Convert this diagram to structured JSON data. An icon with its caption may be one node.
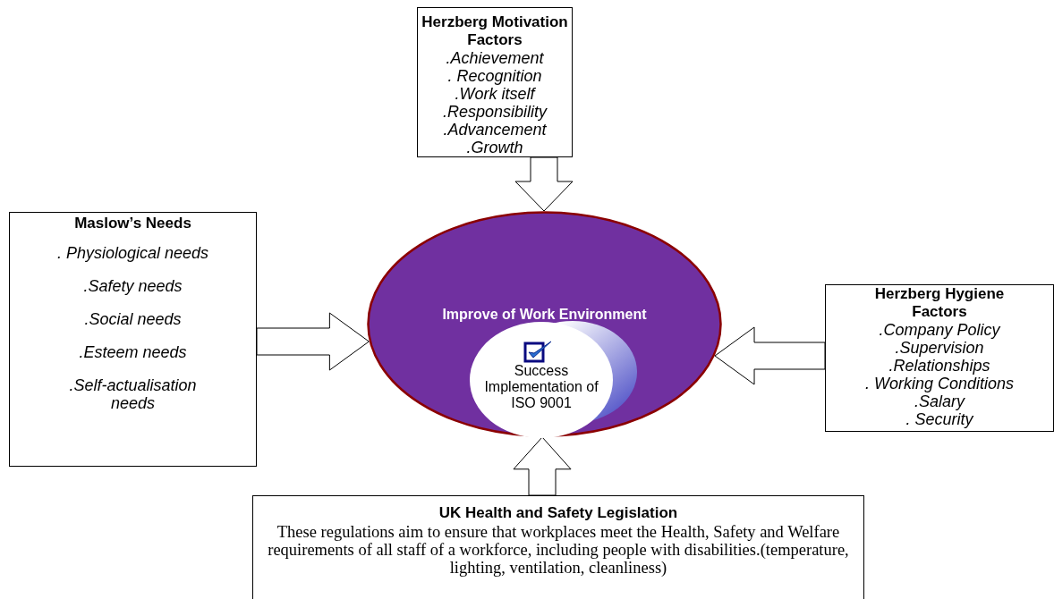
{
  "diagram": {
    "nodes": [
      {
        "text": [
          "Herzberg Motivation Factors",
          ".Achievement",
          ". Recognition",
          ".Work itself",
          ".Responsibility",
          ".Advancement",
          ".Growth"
        ]
      },
      {
        "text": [
          "Maslow’s Needs",
          ". Physiological needs",
          ".Safety needs",
          ".Social needs",
          ".Esteem needs",
          ".Self-actualisation needs"
        ]
      },
      {
        "text": [
          "Improve of Work Environment"
        ]
      },
      {
        "text": [
          "Success Implementation of ISO 9001"
        ],
        "in": 2
      },
      {
        "text": [
          "Herzberg Hygiene Factors",
          ".Company Policy",
          ".Supervision",
          ".Relationships",
          ". Working Conditions",
          ".Salary",
          ". Security"
        ]
      },
      {
        "text": [
          "UK Health and Safety Legislation",
          "These regulations aim to ensure that workplaces meet the Health, Safety and Welfare requirements of all staff of a workforce, including people with disabilities.(temperature, lighting, ventilation, cleanliness)"
        ]
      }
    ],
    "edges": [
      {
        "from": 0,
        "to": 2,
        "arrow": "to"
      },
      {
        "from": 1,
        "to": 2,
        "arrow": "to"
      },
      {
        "from": 4,
        "to": 2,
        "arrow": "to"
      },
      {
        "from": 5,
        "to": 2,
        "arrow": "to"
      }
    ]
  }
}
